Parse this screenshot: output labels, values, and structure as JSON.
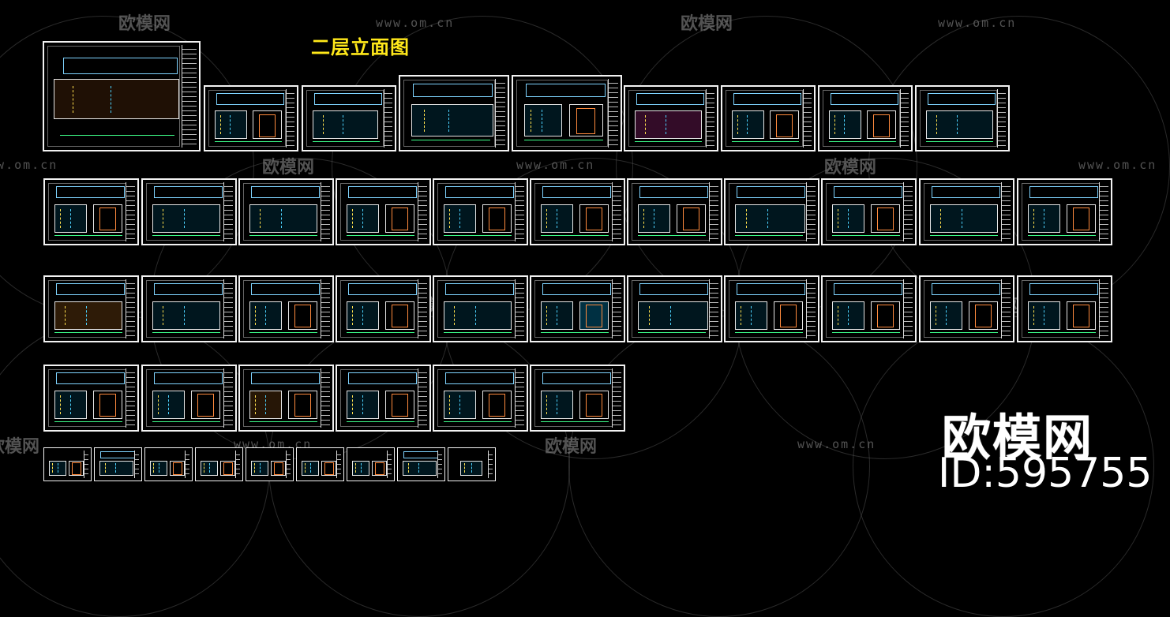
{
  "title": "二层立面图",
  "watermark": {
    "brand_text": "欧模网",
    "url_text": "www.om.cn"
  },
  "brand": {
    "name": "欧模网",
    "id_label": "ID:595755"
  },
  "colors": {
    "background": "#000000",
    "title": "#ffe81a",
    "sheet_border": "#f2f2f2",
    "watermark": "#969696"
  }
}
